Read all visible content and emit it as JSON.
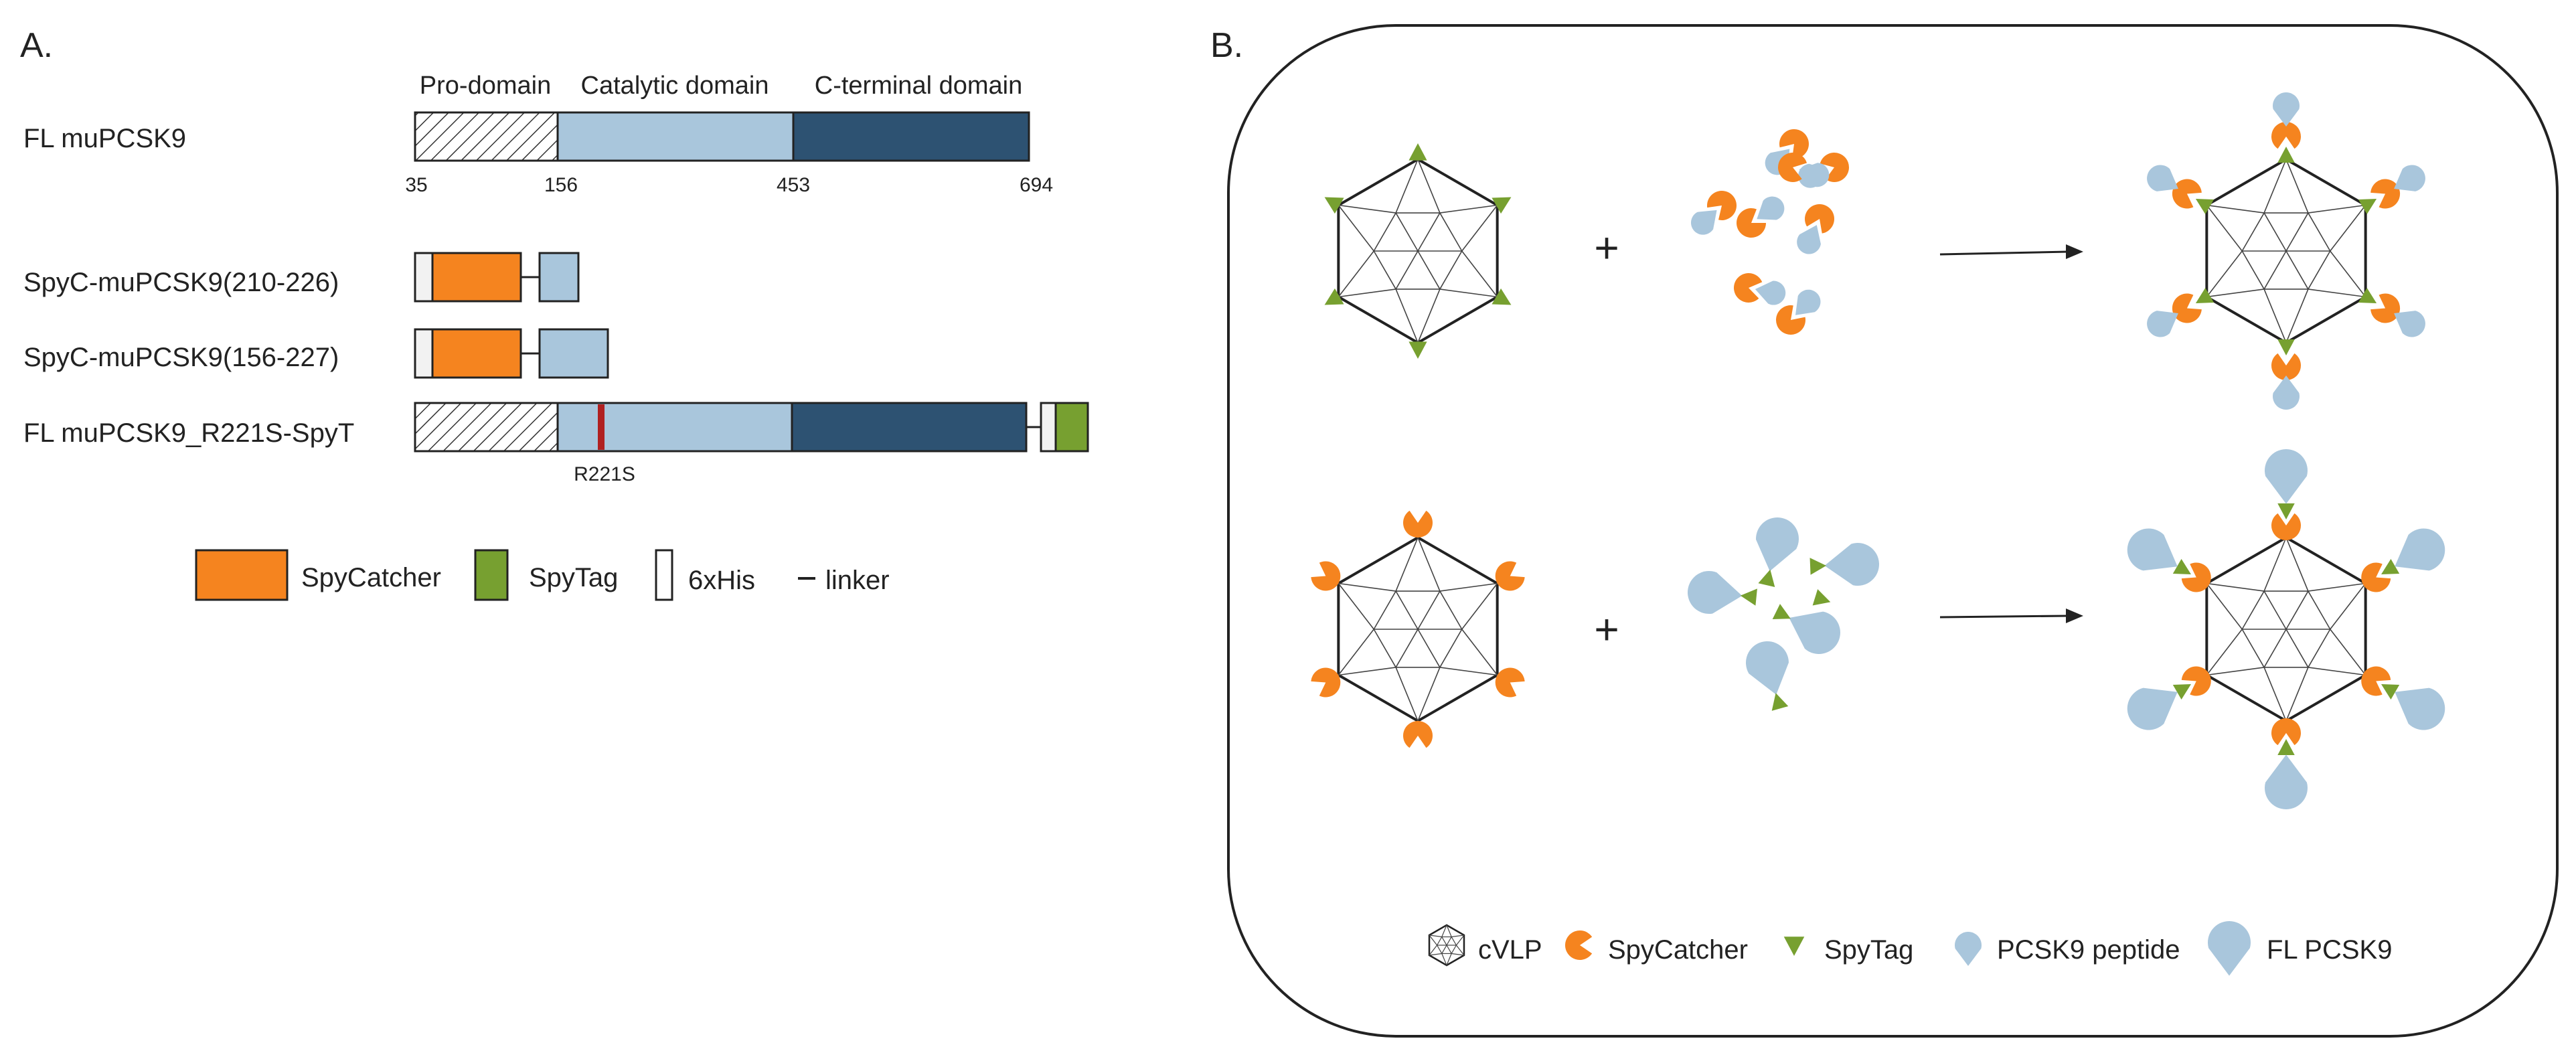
{
  "panel_a": {
    "label": "A.",
    "domain_headers": {
      "pro": "Pro-domain",
      "catalytic": "Catalytic domain",
      "cterm": "C-terminal domain"
    },
    "constructs": {
      "fl": "FL muPCSK9",
      "spyc_210_226": "SpyC-muPCSK9(210-226)",
      "spyc_156_227": "SpyC-muPCSK9(156-227)",
      "fl_r221s": "FL muPCSK9_R221S-SpyT"
    },
    "positions": {
      "p35": "35",
      "p156": "156",
      "p453": "453",
      "p694": "694"
    },
    "mutation_label": "R221S",
    "legend": {
      "spycatcher": "SpyCatcher",
      "spytag": "SpyTag",
      "his": "6xHis",
      "linker": "linker"
    }
  },
  "panel_b": {
    "label": "B.",
    "plus": "+",
    "legend": {
      "cvlp": "cVLP",
      "spycatcher": "SpyCatcher",
      "spytag": "SpyTag",
      "peptide": "PCSK9 peptide",
      "fl": "FL PCSK9"
    }
  },
  "colors": {
    "spycatcher": "#f5841f",
    "spytag": "#77a030",
    "catalytic": "#a9c6dc",
    "cterm": "#2d5272",
    "mutation": "#b02020",
    "pcsk9": "#a9c6dc"
  }
}
